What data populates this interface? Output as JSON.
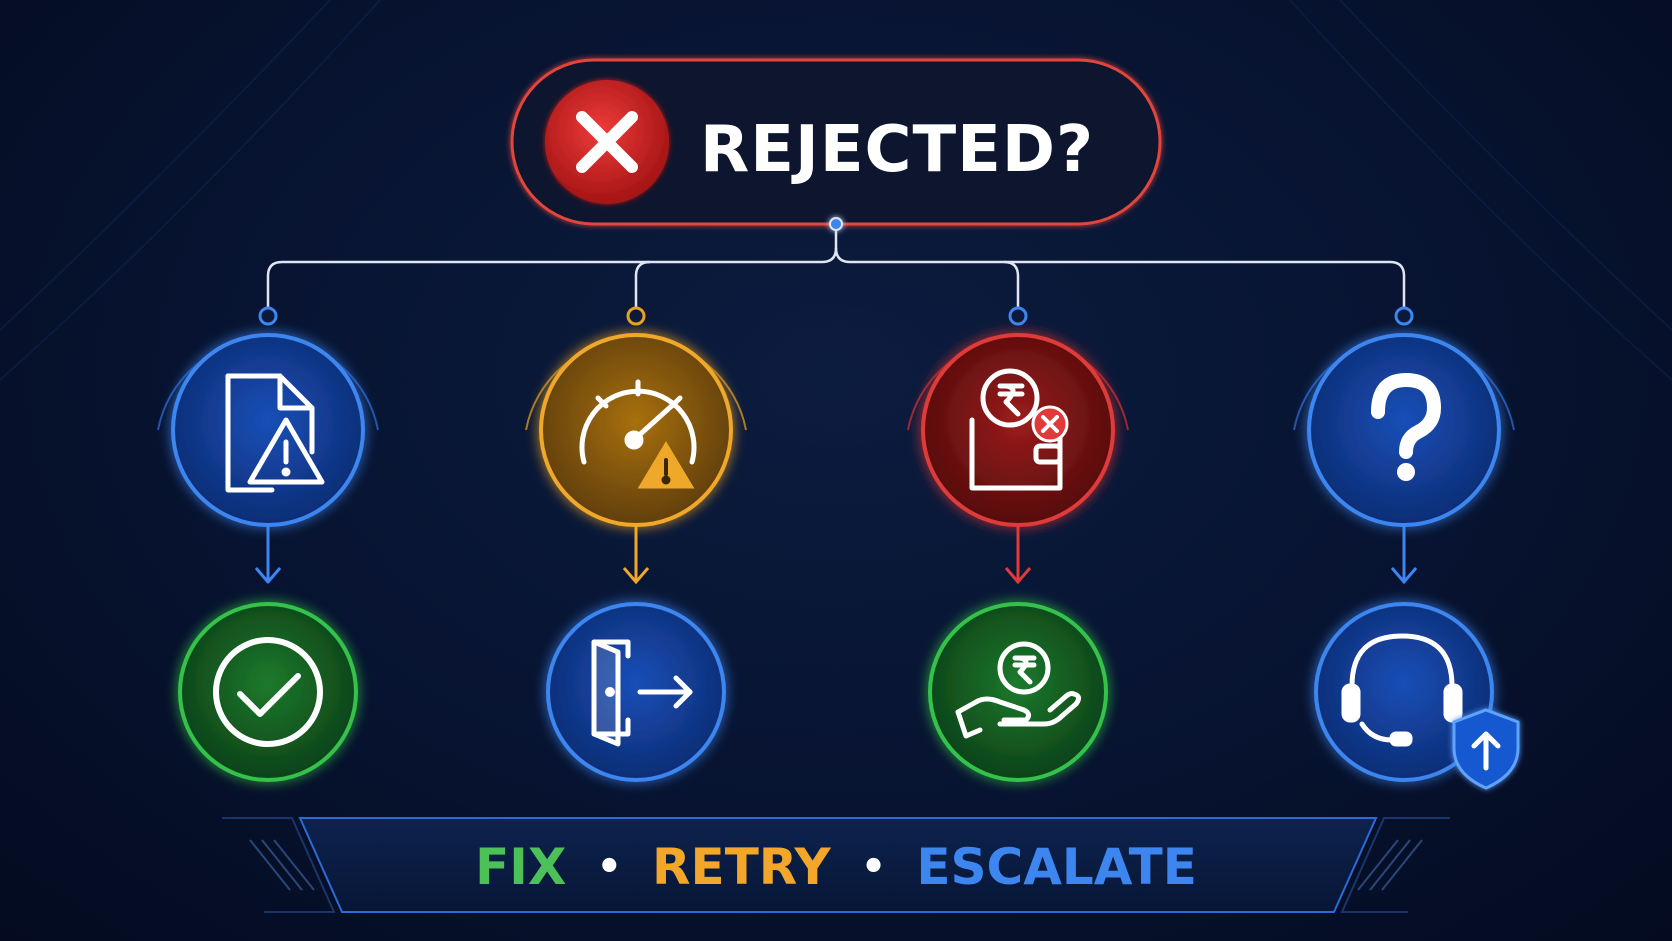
{
  "header": {
    "title": "REJECTED?",
    "icon": "x-icon",
    "accent_color": "#e03a3a"
  },
  "branches": [
    {
      "icon": "document-warning-icon",
      "color": "#2f6fe0",
      "outcome_icon": "checkmark-icon",
      "outcome_color": "#2fb34a"
    },
    {
      "icon": "speedometer-warning-icon",
      "color": "#e8a21f",
      "outcome_icon": "exit-door-icon",
      "outcome_color": "#2f6fe0"
    },
    {
      "icon": "wallet-rupee-cancel-icon",
      "color": "#d93030",
      "outcome_icon": "hand-rupee-icon",
      "outcome_color": "#2fb34a"
    },
    {
      "icon": "question-mark-icon",
      "color": "#2f6fe0",
      "outcome_icon": "headset-escalate-icon",
      "outcome_color": "#2f6fe0"
    }
  ],
  "footer": {
    "fix": "FIX",
    "retry": "RETRY",
    "escalate": "ESCALATE",
    "separator": "•",
    "colors": {
      "fix": "#4cc157",
      "retry": "#f2a72a",
      "escalate": "#3e86ef"
    }
  }
}
